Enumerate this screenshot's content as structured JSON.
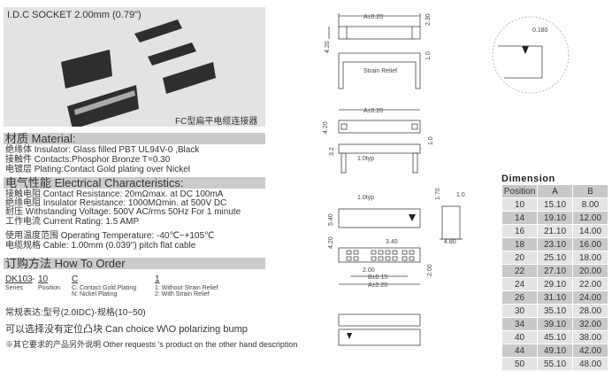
{
  "photo": {
    "title": "I.D.C SOCKET 2.00mm (0.79\")",
    "caption": "FC型扁平电缆连接器"
  },
  "material": {
    "heading": "材质 Material:",
    "lines": [
      "绝缘体 Insulator: Glass filled PBT UL94V-0 ,Black",
      "接触件 Contacts:Phosphor Bronze   T=0.30",
      "电镀层 Plating:Contact Gold plating over Nickel"
    ]
  },
  "electrical": {
    "heading": "电气性能 Electrical Characteristics:",
    "lines": [
      "接触电阻 Contact Resistance: 20mΩmax. at DC 100mA",
      "绝缘电阻 Insulator Resistance: 1000MΩmin. at 500V DC",
      "耐压 Withstanding Voltage: 500V AC/rms 50Hz For 1 minute",
      "工作电流 Current Rating: 1.5 AMP",
      "使用温度范围  Operating Temperature: -40℃~+105℃",
      "电缆规格 Cable: 1.00mm (0.039\") pitch flat cable"
    ]
  },
  "order": {
    "heading": "订购方法 How To Order",
    "code_series": "DK103",
    "dash": "-",
    "code_position": "10",
    "code_plating": "C",
    "code_relief": "1",
    "label_series": "Series",
    "label_position": "Position",
    "plating_options": [
      "C: Contact Gold Plating",
      "N: Nickel Plating"
    ],
    "relief_options": [
      "1: Without Strain Relief",
      "2: With Strain Relief"
    ],
    "note1": "常规表达:型号(2.0IDC)-规格(10~50)",
    "note2": "可以选择没有定位凸块 Can choice W\\O polarizing bump",
    "note3": "※其它要求的产品另外说明 Other requests 's product on the other hand description"
  },
  "drawing": {
    "a_tol": "A±0.20",
    "b_tol": "B±0.15",
    "d230": "2.30",
    "d420": "4.20",
    "d10": "1.0",
    "strain_relief": "Strain Relief",
    "d32": "3.2",
    "d10typ": "1.0typ",
    "d0180": "0.180",
    "d540": "5.40",
    "d340": "3.40",
    "d200": "2.00",
    "d170": "1.70",
    "d480": "4.80"
  },
  "dimension": {
    "title": "Dimension",
    "headers": [
      "Position",
      "A",
      "B"
    ],
    "rows": [
      [
        "10",
        "15.10",
        "8.00"
      ],
      [
        "14",
        "19.10",
        "12.00"
      ],
      [
        "16",
        "21.10",
        "14.00"
      ],
      [
        "18",
        "23.10",
        "16.00"
      ],
      [
        "20",
        "25.10",
        "18.00"
      ],
      [
        "22",
        "27.10",
        "20.00"
      ],
      [
        "24",
        "29.10",
        "22.00"
      ],
      [
        "26",
        "31.10",
        "24.00"
      ],
      [
        "30",
        "35.10",
        "28.00"
      ],
      [
        "34",
        "39.10",
        "32.00"
      ],
      [
        "40",
        "45.10",
        "38.00"
      ],
      [
        "44",
        "49.10",
        "42.00"
      ],
      [
        "50",
        "55.10",
        "48.00"
      ]
    ]
  }
}
